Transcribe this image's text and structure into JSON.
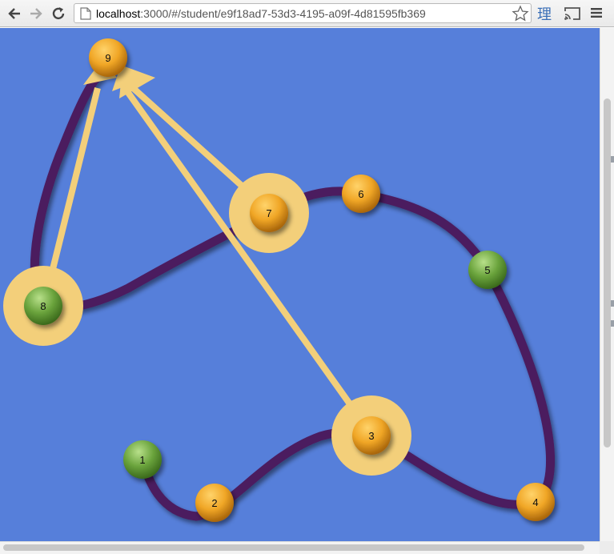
{
  "browser": {
    "url_host": "localhost",
    "url_path": ":3000/#/student/e9f18ad7-53d3-4195-a09f-4d81595fb369",
    "extension_glyph": "理",
    "icons": [
      "back-arrow-icon",
      "forward-arrow-icon",
      "reload-icon",
      "page-icon",
      "bookmark-star-icon",
      "cast-icon",
      "menu-icon"
    ]
  },
  "graph": {
    "colors": {
      "background": "#567fda",
      "path": "#4b1a5e",
      "highlight": "#f3cf7a",
      "orange_node": "#f0a626",
      "green_node": "#6aa33c"
    },
    "nodes": [
      {
        "label": "1",
        "kind": "green"
      },
      {
        "label": "2",
        "kind": "orange"
      },
      {
        "label": "3",
        "kind": "orange",
        "highlighted": true
      },
      {
        "label": "4",
        "kind": "orange"
      },
      {
        "label": "5",
        "kind": "green"
      },
      {
        "label": "6",
        "kind": "orange"
      },
      {
        "label": "7",
        "kind": "orange",
        "highlighted": true
      },
      {
        "label": "8",
        "kind": "green",
        "highlighted": true
      },
      {
        "label": "9",
        "kind": "orange"
      }
    ],
    "arrows": [
      {
        "from": "8",
        "to": "9"
      },
      {
        "from": "7",
        "to": "9"
      },
      {
        "from": "3",
        "to": "9"
      }
    ]
  }
}
